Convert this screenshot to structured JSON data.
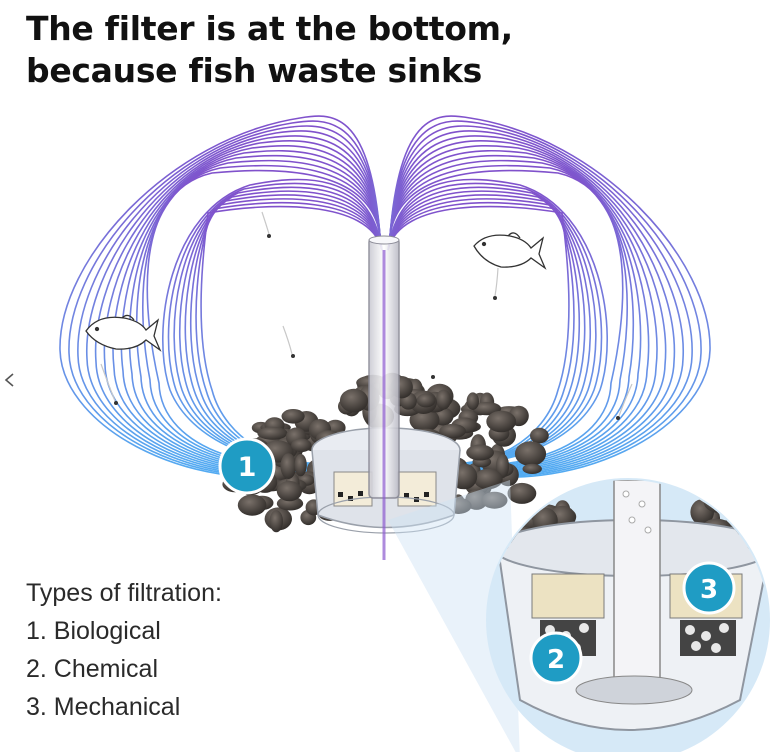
{
  "headline": {
    "line1": "The filter is at the bottom,",
    "line2": "because fish waste sinks"
  },
  "icons": {
    "nav_prev": "chevron-left-icon"
  },
  "colors": {
    "flow_top": "#7a48c9",
    "flow_bottom": "#4aa0f0",
    "badge": "#1f9cc4",
    "zoom_circle": "#d8eaf7",
    "text": "#111111"
  },
  "badges": {
    "one": "1",
    "two": "2",
    "three": "3"
  },
  "filtration": {
    "title": "Types of filtration:",
    "items": [
      "1. Biological",
      "2. Chemical",
      "3. Mechanical"
    ]
  }
}
